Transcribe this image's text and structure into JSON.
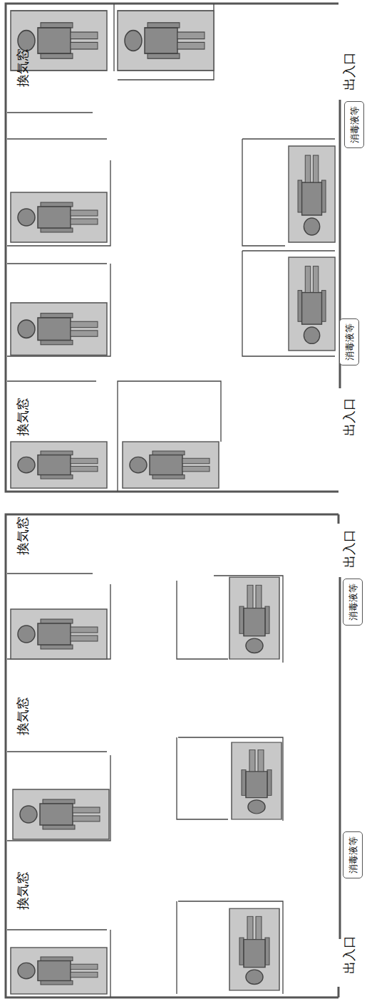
{
  "diagram": {
    "nodes": [
      {
        "text": [
          "消毒液等"
        ]
      },
      {
        "text": [
          "消毒液等"
        ]
      },
      {
        "text": [
          "消毒液等"
        ]
      },
      {
        "text": [
          "消毒液等"
        ]
      }
    ],
    "labels": [
      "換気窓",
      "換気窓",
      "出入口",
      "出入口",
      "換気窓",
      "換気窓",
      "換気窓",
      "出入口",
      "出入口"
    ]
  }
}
